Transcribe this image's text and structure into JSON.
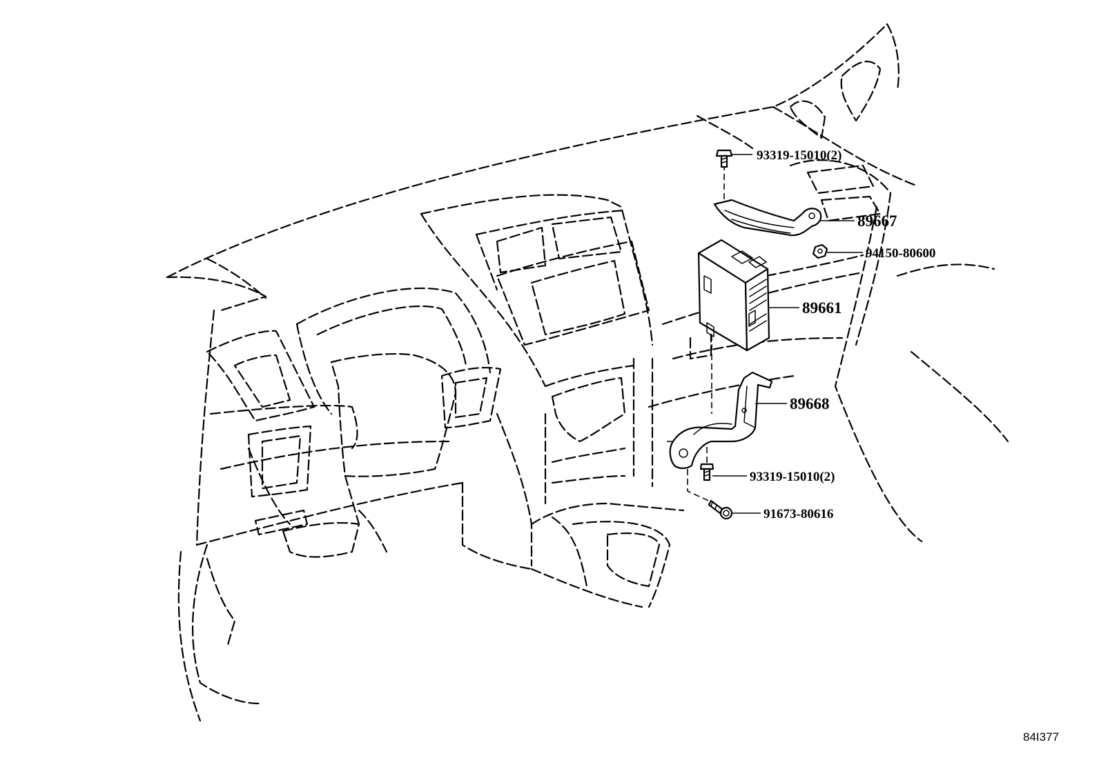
{
  "callouts": {
    "bolt_top": "93319-15010(2)",
    "bracket_upper": "89667",
    "nut": "94150-80600",
    "ecu": "89661",
    "bracket_lower": "89668",
    "bolt_lower": "93319-15010(2)",
    "bolt_bottom": "91673-80616"
  },
  "figure_ref": "84I377"
}
